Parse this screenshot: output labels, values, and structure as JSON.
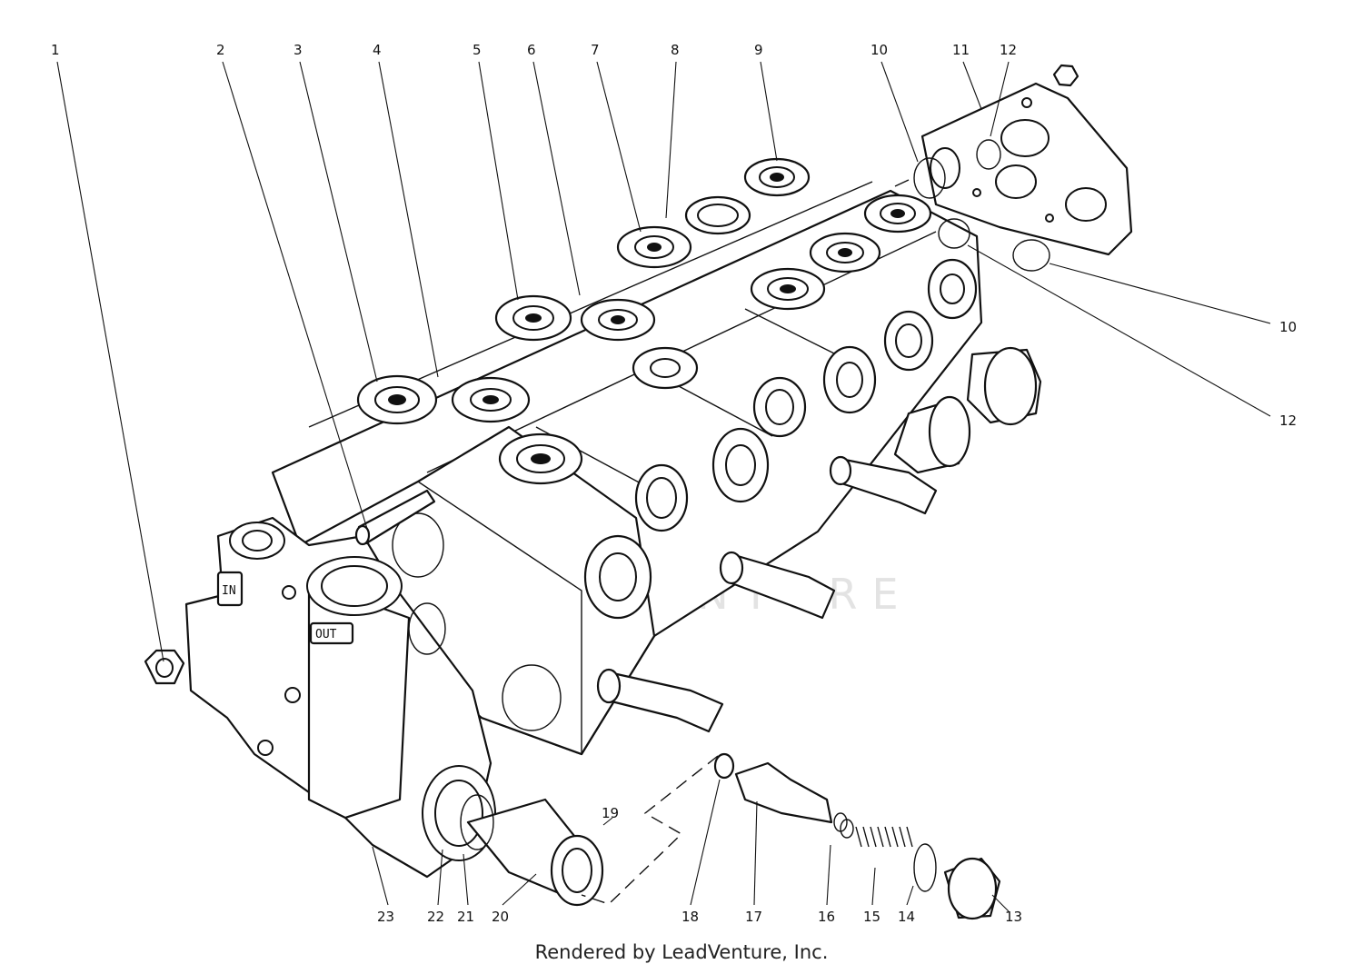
{
  "diagram": {
    "watermark": "LEADVENTURE",
    "credit": "Rendered by LeadVenture, Inc.",
    "port_labels": {
      "in": "IN",
      "out": "OUT"
    },
    "callouts": [
      "1",
      "2",
      "3",
      "4",
      "5",
      "6",
      "7",
      "8",
      "9",
      "10",
      "11",
      "12",
      "10",
      "12",
      "13",
      "14",
      "15",
      "16",
      "17",
      "18",
      "19",
      "20",
      "21",
      "22",
      "23"
    ]
  }
}
